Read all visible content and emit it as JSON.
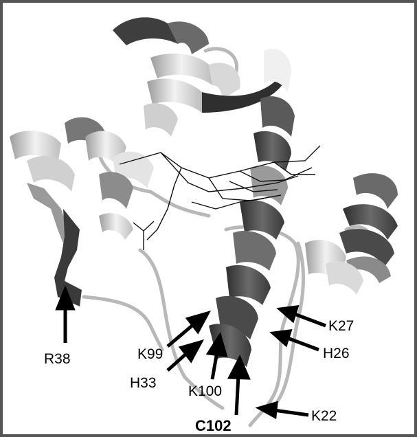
{
  "labels": {
    "r38": "R38",
    "k99": "K99",
    "h33": "H33",
    "k100": "K100",
    "c102": "C102",
    "k27": "K27",
    "h26": "H26",
    "k22": "K22"
  },
  "colors": {
    "helix_dark": "#3c3c3c",
    "helix_mid": "#8a8a8a",
    "helix_light": "#e2e2e2",
    "loop": "#b8b8b8",
    "heme": "#111111",
    "arrow": "#000000",
    "frame": "#555555"
  }
}
